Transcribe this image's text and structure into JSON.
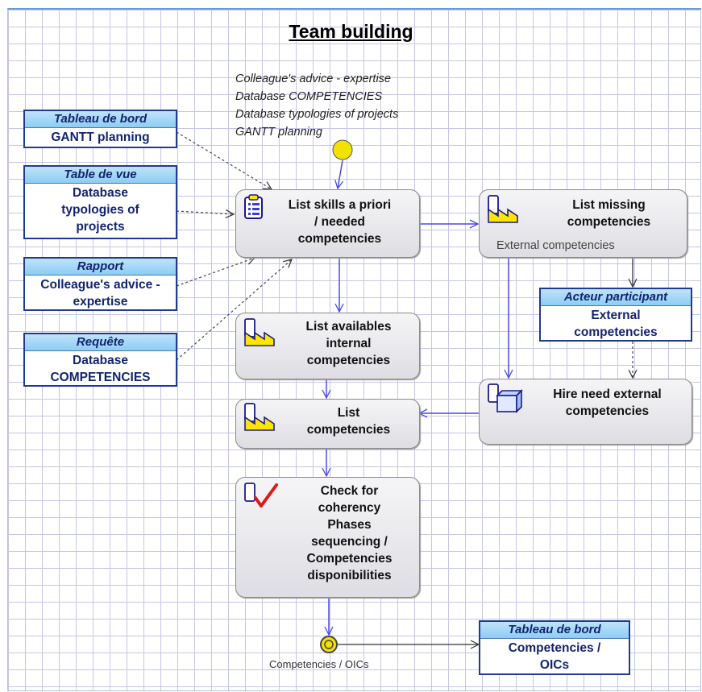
{
  "title": "Team building",
  "notes": [
    "Colleague's advice - expertise",
    "Database COMPETENCIES",
    "Database typologies of projects",
    "GANTT planning"
  ],
  "resources": {
    "gantt": {
      "header": "Tableau de bord",
      "body": "GANTT planning"
    },
    "vue": {
      "header": "Table de vue",
      "body": [
        "Database",
        "typologies of",
        "projects"
      ]
    },
    "rapport": {
      "header": "Rapport",
      "body": [
        "Colleague's advice -",
        "expertise"
      ]
    },
    "requete": {
      "header": "Requête",
      "body": [
        "Database",
        "COMPETENCIES"
      ]
    },
    "acteur": {
      "header": "Acteur participant",
      "body": [
        "External",
        "competencies"
      ]
    },
    "final": {
      "header": "Tableau de bord",
      "body": [
        "Competencies /",
        "OICs"
      ]
    }
  },
  "tasks": {
    "list_skills": [
      "List skills a priori",
      "/ needed",
      "competencies"
    ],
    "list_missing": [
      "List missing",
      "competencies"
    ],
    "list_missing_sub": "External competencies",
    "list_available": [
      "List availables",
      "internal",
      "competencies"
    ],
    "hire": [
      "Hire need external",
      "competencies"
    ],
    "list_comp": [
      "List",
      "competencies"
    ],
    "check": [
      "Check for",
      "coherency",
      "Phases",
      "sequencing /",
      "Competencies",
      "disponibilities"
    ]
  },
  "end_label": "Competencies / OICs",
  "colors": {
    "flow": "#4a4ae6",
    "grid": "#c5c5e8",
    "resource_border": "#1f3b8f",
    "resource_header": "#8ccdf3",
    "event": "#f2e200"
  }
}
